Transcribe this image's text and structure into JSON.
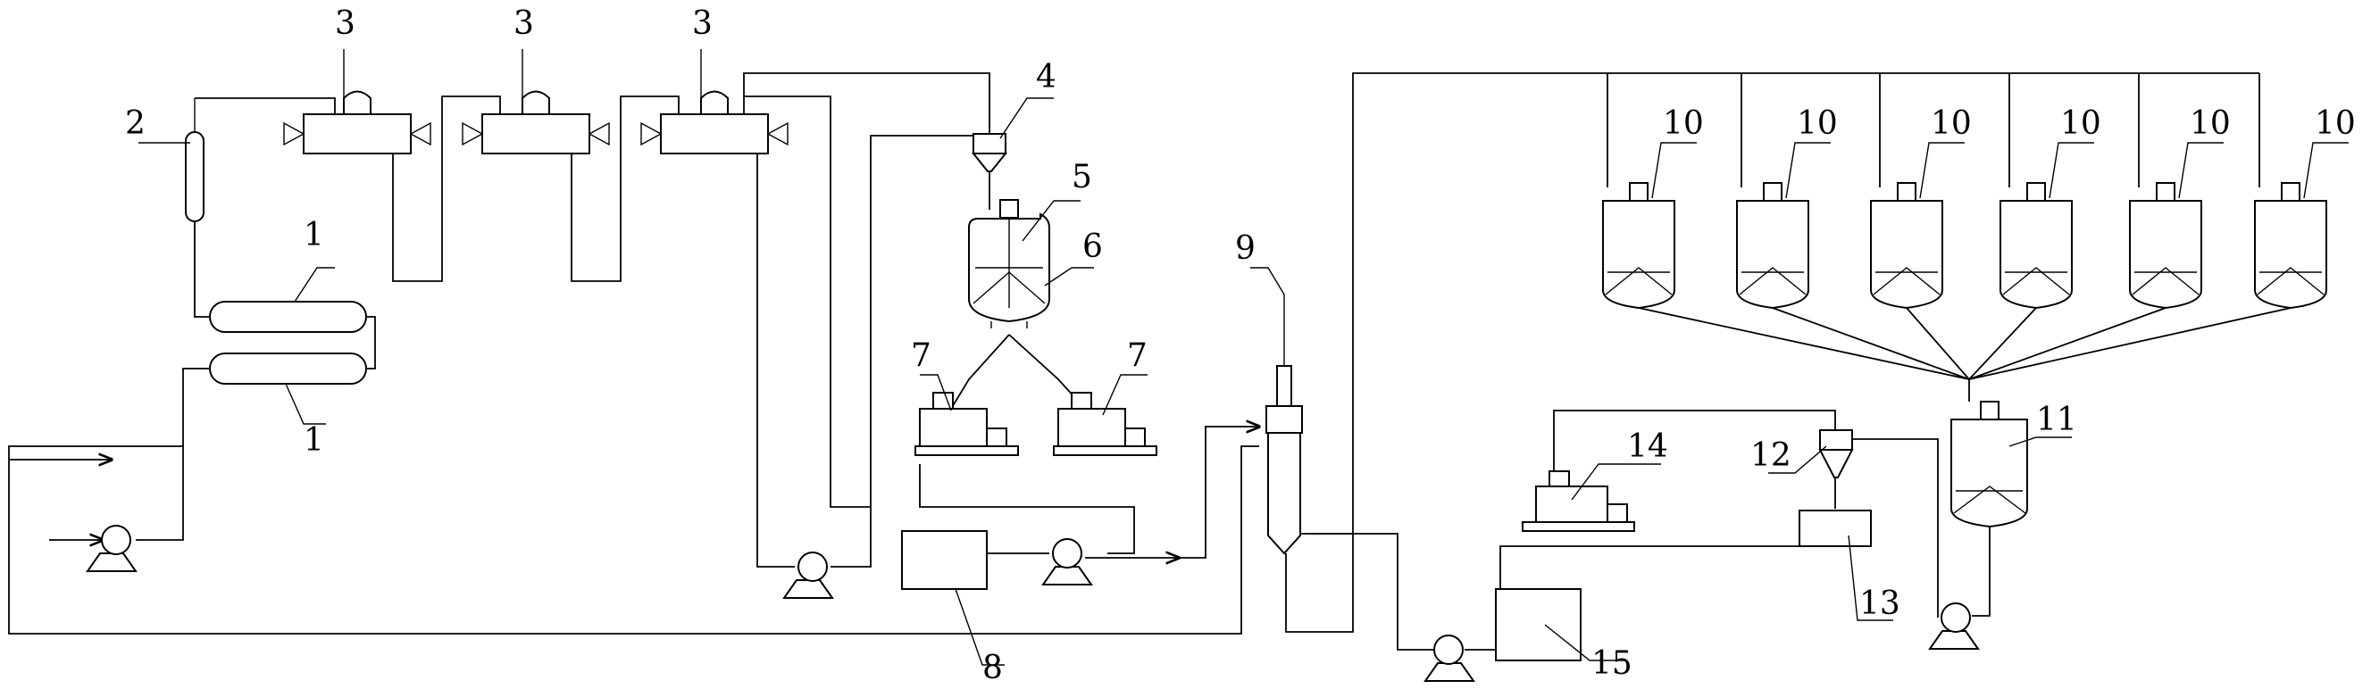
{
  "title": "",
  "labels": {
    "l1a": "1",
    "l1b": "1",
    "l2": "2",
    "l3a": "3",
    "l3b": "3",
    "l3c": "3",
    "l4": "4",
    "l5": "5",
    "l6": "6",
    "l7a": "7",
    "l7b": "7",
    "l8": "8",
    "l9": "9",
    "l10a": "10",
    "l10b": "10",
    "l10c": "10",
    "l10d": "10",
    "l10e": "10",
    "l10f": "10",
    "l11": "11",
    "l12": "12",
    "l13": "13",
    "l14": "14",
    "l15": "15"
  },
  "colors": {
    "line": "#000000",
    "background": "#ffffff"
  }
}
